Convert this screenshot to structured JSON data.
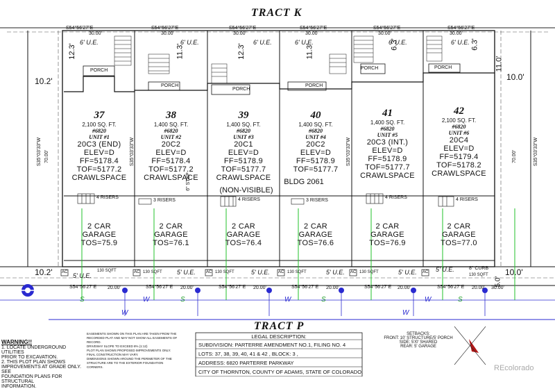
{
  "tract_top": "TRACT K",
  "tract_bottom": "TRACT P",
  "watermark": "REcolorado",
  "lots": [
    {
      "number": "37",
      "sqft": "2,100 SQ. FT.",
      "address": "#6820",
      "unit": "UNIT #1",
      "model": "20C3 (END)",
      "elev": "ELEV=D",
      "ff": "FF=5178.4",
      "tof": "TOF=5177.2",
      "found": "CRAWLSPACE",
      "risers": "4 RISERS",
      "garage1": "2 CAR",
      "garage2": "GARAGE",
      "tos": "TOS=75.9"
    },
    {
      "number": "38",
      "sqft": "1,400 SQ. FT.",
      "address": "#6820",
      "unit": "UNIT #2",
      "model": "20C2",
      "elev": "ELEV=D",
      "ff": "FF=5178.4",
      "tof": "TOF=5177.2",
      "found": "CRAWLSPACE",
      "risers": "3 RISERS",
      "garage1": "2 CAR",
      "garage2": "GARAGE",
      "tos": "TOS=76.1"
    },
    {
      "number": "39",
      "sqft": "1,400 SQ. FT.",
      "address": "#6820",
      "unit": "UNIT #3",
      "model": "20C1",
      "elev": "ELEV=D",
      "ff": "FF=5178.9",
      "tof": "TOF=5177.7",
      "found": "CRAWLSPACE",
      "risers": "4 RISERS",
      "garage1": "2 CAR",
      "garage2": "GARAGE",
      "tos": "TOS=76.4"
    },
    {
      "number": "40",
      "sqft": "1,400 SQ. FT.",
      "address": "#6820",
      "unit": "UNIT #4",
      "model": "20C2",
      "elev": "ELEV=D",
      "ff": "FF=5178.9",
      "tof": "TOF=5177.7",
      "found": "BLDG 2061",
      "risers": "3 RISERS",
      "garage1": "2 CAR",
      "garage2": "GARAGE",
      "tos": "TOS=76.6"
    },
    {
      "number": "41",
      "sqft": "1,400 SQ. FT.",
      "address": "#6820",
      "unit": "UNIT #5",
      "model": "20C3 (INT.)",
      "elev": "ELEV=D",
      "ff": "FF=5178.9",
      "tof": "TOF=5177.7",
      "found": "CRAWLSPACE",
      "risers": "4 RISERS",
      "garage1": "2 CAR",
      "garage2": "GARAGE",
      "tos": "TOS=76.9"
    },
    {
      "number": "42",
      "sqft": "2,100 SQ. FT.",
      "address": "#6820",
      "unit": "UNIT #6",
      "model": "20C4",
      "elev": "ELEV=D",
      "ff": "FF=5179.4",
      "tof": "TOF=5178.2",
      "found": "CRAWLSPACE",
      "risers": "4 RISERS",
      "garage1": "2 CAR",
      "garage2": "GARAGE",
      "tos": "TOS=77.0"
    }
  ],
  "non_visible": "(NON-VISIBLE)",
  "porch": "PORCH",
  "ue": "6' U.E.",
  "ue_bottom": "5' U.E.",
  "bearing_top": "S54°56'27\"E",
  "bearing_side": "S35°03'33\"W",
  "dim_top": "30.00'",
  "dim_side": "70.00'",
  "dim_front": "20.00'",
  "setback_left": "10.2'",
  "setback_right": "10.0'",
  "dim_113": "11.3'",
  "dim_110": "11.0'",
  "dim_123": "12.3'",
  "dim_63": "6.3'",
  "dim_50": "5.0'",
  "curb": "8\" CURB",
  "ac": "AC",
  "soft_130": "130 SQFT",
  "step": "6\" STEP",
  "warning": {
    "title": "WARNING!!",
    "lines": [
      "1. LOCATE UNDERGROUND UTILITIES",
      "PRIOR TO EXCAVATION.",
      "2. THIS PLOT PLAN SHOWS",
      "IMPROVEMENTS AT GRADE ONLY. SEE",
      "FOUNDATION PLANS FOR STRUCTURAL",
      "INFORMATION."
    ]
  },
  "notes": [
    "EASEMENTS SHOWN ON THIS PLAN ARE TAKEN FROM THE",
    "RECORDED PLAT AND MAY NOT SHOW ALL EASEMENTS OF",
    "RECORD.",
    "DRIVEWAY SLOPE TO EXCEED 8% (1:12)",
    "PLOT PLAN SHOWS PROPOSED IMPROVEMENTS ONLY.",
    "FINAL CONSTRUCTION MAY VARY.",
    "DIMENSIONS SHOWN AROUND THE PERIMETER OF THE",
    "STRUCTURE ARE TO THE EXTERIOR FOUNDATION",
    "CORNERS."
  ],
  "legal": {
    "title": "LEGAL DESCRIPTION:",
    "subdivision": "SUBDIVISION: PARTERRE AMENDMENT NO.1, FILING NO. 4",
    "lots": "LOTS: 37, 38, 39, 40, 41 & 42   , BLOCK: 3   ,",
    "address": "ADDRESS: 6820 PARTERRE PARKWAY",
    "city": "CITY OF THORNTON, COUNTY OF ADAMS, STATE OF COLORADO."
  },
  "setbacks": {
    "title": "SETBACKS:",
    "front": "FRONT: 10' STRUCTURE/5' PORCH",
    "side": "SIDE: 5'/0' SHARED",
    "rear": "REAR: 5' GARAGE"
  },
  "utility_s": "S",
  "utility_w": "W"
}
